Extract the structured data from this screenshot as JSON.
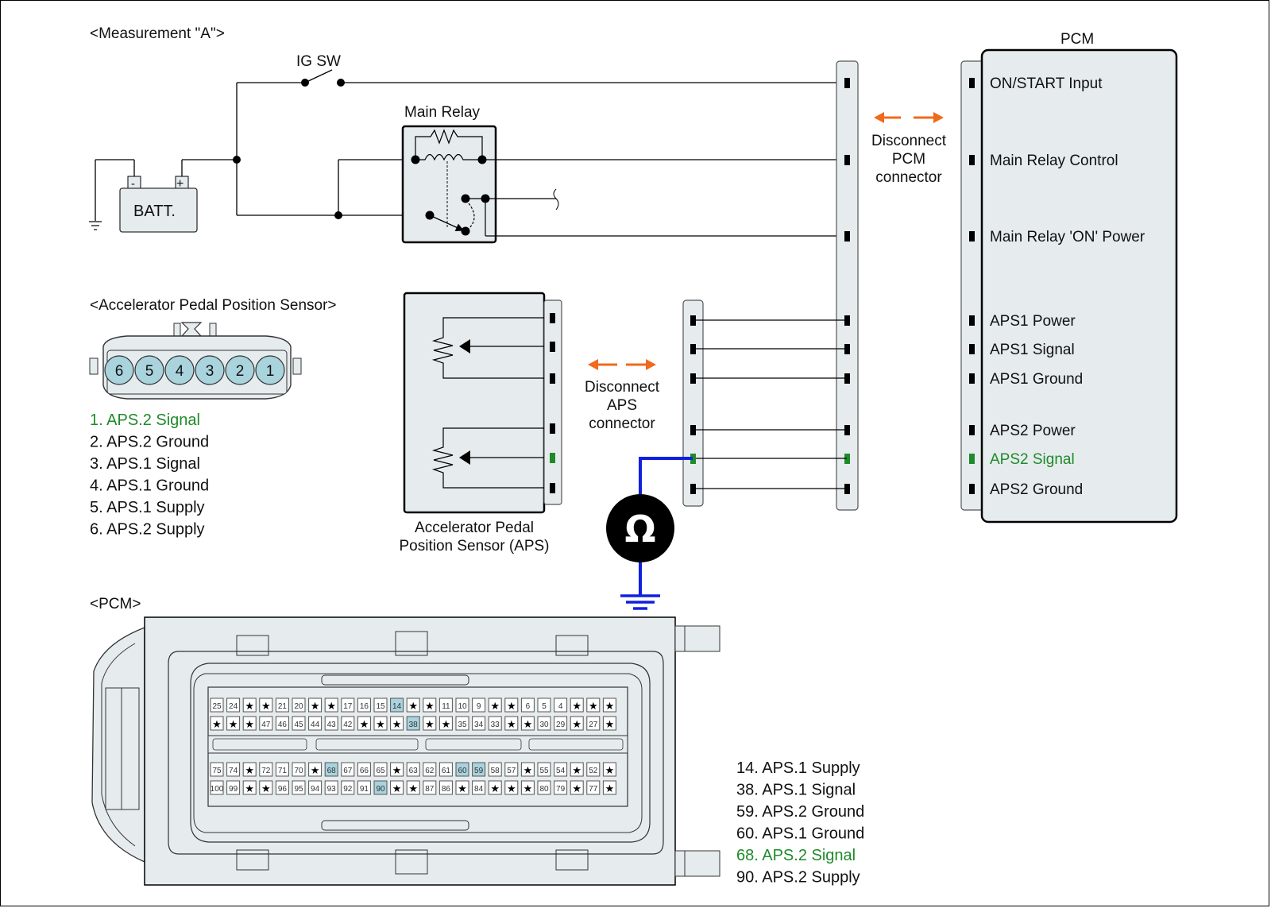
{
  "measurement_title": "<Measurement \"A\">",
  "ig_sw_label": "IG SW",
  "main_relay_label": "Main Relay",
  "battery": {
    "label": "BATT.",
    "neg": "-",
    "pos": "+"
  },
  "disconnect_pcm": [
    "Disconnect",
    "PCM",
    "connector"
  ],
  "disconnect_aps": [
    "Disconnect",
    "APS",
    "connector"
  ],
  "aps_title": "<Accelerator Pedal Position Sensor>",
  "aps_sensor_label": [
    "Accelerator Pedal",
    "Position Sensor (APS)"
  ],
  "aps_connector_pins": [
    "6",
    "5",
    "4",
    "3",
    "2",
    "1"
  ],
  "aps_pin_list": [
    {
      "text": "1. APS.2 Signal",
      "highlight": true
    },
    {
      "text": "2. APS.2 Ground",
      "highlight": false
    },
    {
      "text": "3. APS.1 Signal",
      "highlight": false
    },
    {
      "text": "4. APS.1 Ground",
      "highlight": false
    },
    {
      "text": "5. APS.1 Supply",
      "highlight": false
    },
    {
      "text": "6. APS.2 Supply",
      "highlight": false
    }
  ],
  "pcm_block": {
    "title": "PCM",
    "terminals": [
      {
        "text": "ON/START Input",
        "highlight": false
      },
      {
        "text": "Main Relay Control",
        "highlight": false
      },
      {
        "text": "Main Relay 'ON' Power",
        "highlight": false
      },
      {
        "text": "APS1 Power",
        "highlight": false
      },
      {
        "text": "APS1 Signal",
        "highlight": false
      },
      {
        "text": "APS1 Ground",
        "highlight": false
      },
      {
        "text": "APS2 Power",
        "highlight": false
      },
      {
        "text": "APS2 Signal",
        "highlight": true
      },
      {
        "text": "APS2 Ground",
        "highlight": false
      }
    ]
  },
  "meter_symbol": "Ω",
  "pcm_connector_title": "<PCM>",
  "pcm_connector_rows": [
    [
      "25",
      "24",
      "*",
      "*",
      "21",
      "20",
      "*",
      "*",
      "17",
      "16",
      "15",
      "14",
      "*",
      "*",
      "11",
      "10",
      "9",
      "*",
      "*",
      "6",
      "5",
      "4",
      "*",
      "*",
      "*"
    ],
    [
      "*",
      "*",
      "*",
      "47",
      "46",
      "45",
      "44",
      "43",
      "42",
      "*",
      "*",
      "*",
      "38",
      "*",
      "*",
      "35",
      "34",
      "33",
      "*",
      "*",
      "30",
      "29",
      "*",
      "27",
      "*"
    ],
    [
      "75",
      "74",
      "*",
      "72",
      "71",
      "70",
      "*",
      "68",
      "67",
      "66",
      "65",
      "*",
      "63",
      "62",
      "61",
      "60",
      "59",
      "58",
      "57",
      "*",
      "55",
      "54",
      "*",
      "52",
      "*"
    ],
    [
      "100",
      "99",
      "*",
      "*",
      "96",
      "95",
      "94",
      "93",
      "92",
      "91",
      "90",
      "*",
      "*",
      "87",
      "86",
      "*",
      "84",
      "*",
      "*",
      "*",
      "80",
      "79",
      "*",
      "77",
      "*"
    ]
  ],
  "pcm_highlight_pins": [
    "14",
    "38",
    "68",
    "60",
    "59",
    "90"
  ],
  "pcm_pin_list": [
    {
      "text": "14. APS.1 Supply",
      "highlight": false
    },
    {
      "text": "38. APS.1 Signal",
      "highlight": false
    },
    {
      "text": "59. APS.2 Ground",
      "highlight": false
    },
    {
      "text": "60. APS.1 Ground",
      "highlight": false
    },
    {
      "text": "68. APS.2 Signal",
      "highlight": true
    },
    {
      "text": "90. APS.2 Supply",
      "highlight": false
    }
  ],
  "colors": {
    "highlight_green": "#1f8a2a",
    "arrow_orange": "#f06a1c",
    "probe_blue": "#1020e0",
    "panel_fill": "#e6ecee",
    "pin_highlight": "#a9d3dd"
  }
}
